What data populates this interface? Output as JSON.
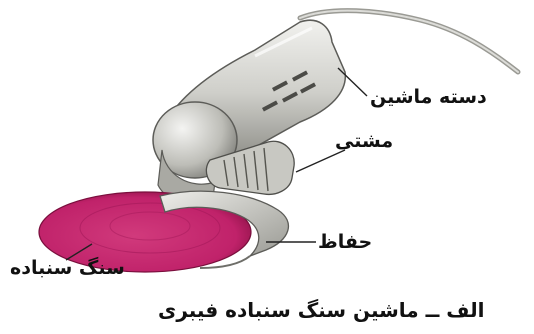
{
  "labels": {
    "handle": "دسته ماشین",
    "grip": "مشتی",
    "guard": "حفاظ",
    "disc": "سنگ سنباده"
  },
  "caption": "الف ــ ماشین سنگ سنباده فیبری",
  "colors": {
    "disc": "#c0226a",
    "disc_dark": "#8e1248",
    "body_light": "#e4e4e0",
    "body_mid": "#b9b9b3",
    "body_dark": "#6e6e69",
    "leader": "#222222"
  }
}
